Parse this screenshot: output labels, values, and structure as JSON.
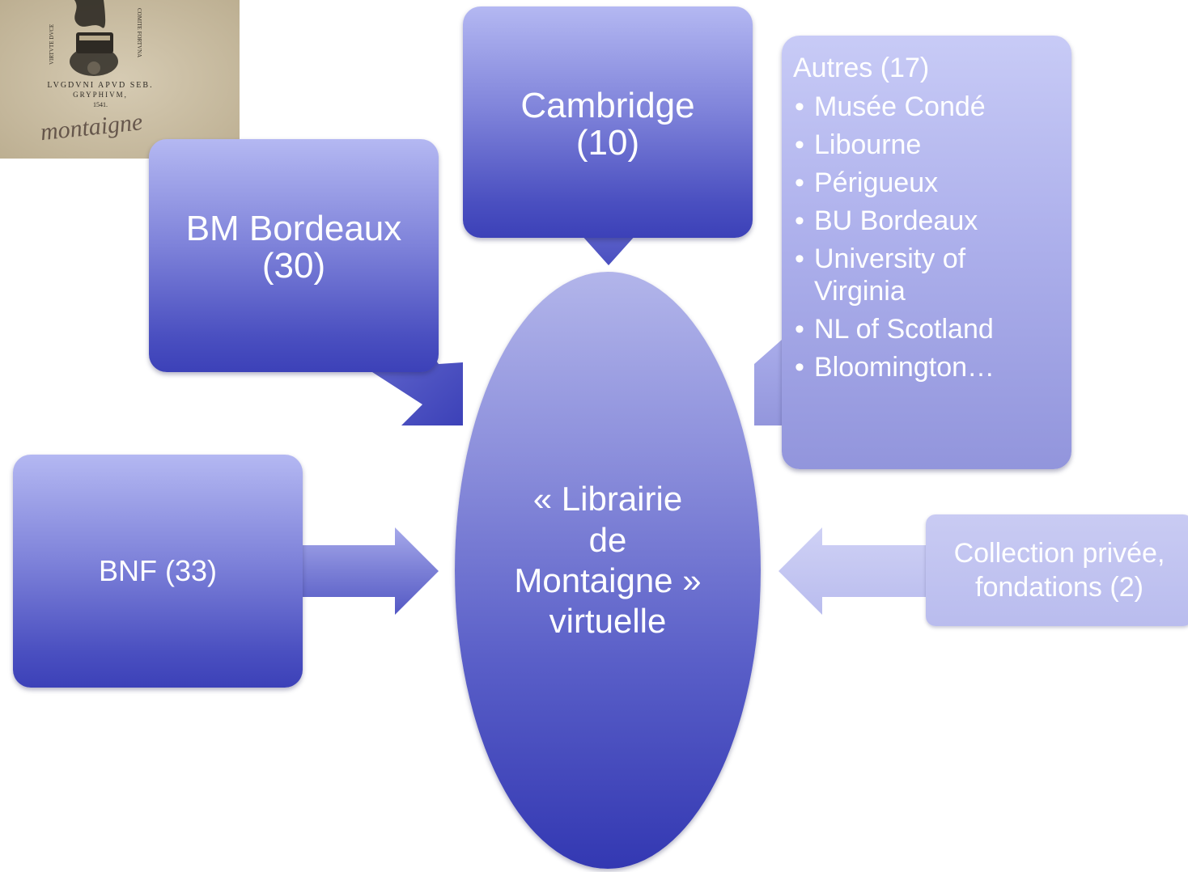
{
  "center": {
    "label": "« Librairie\nde\nMontaigne »\nvirtuelle"
  },
  "cambridge": {
    "label": "Cambridge\n(10)"
  },
  "bm_bordeaux": {
    "label": "BM Bordeaux\n(30)"
  },
  "bnf": {
    "label": "BNF (33)"
  },
  "autres": {
    "title": "Autres  (17)",
    "items": [
      "Musée Condé",
      "Libourne",
      "Périgueux",
      "BU Bordeaux",
      "University of Virginia",
      "NL of Scotland",
      "Bloomington…"
    ]
  },
  "prive": {
    "label": "Collection privée,\nfondations  (2)"
  },
  "thumbnail": {
    "imprint_line1": "LVGDVNI APVD SEB.",
    "imprint_line2": "GRYPHIVM,",
    "imprint_line3": "1541.",
    "signature": "montaigne",
    "side_text_left": "VIRTVTE DVCE",
    "side_text_right": "COMITE FORTVNA"
  },
  "colors": {
    "box_top": "#b4b8f2",
    "box_bottom": "#3c41b8",
    "light_box": "#b9bcee",
    "paper": "#cbbfa6"
  }
}
